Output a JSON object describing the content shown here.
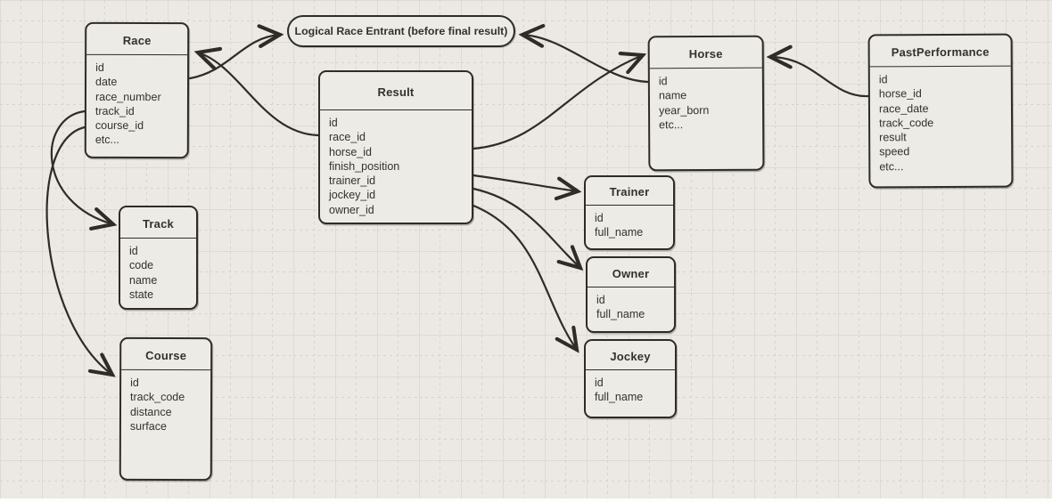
{
  "diagram": {
    "bubble_label": "Logical Race Entrant (before final result)",
    "entities": {
      "race": {
        "title": "Race",
        "fields": [
          "id",
          "date",
          "race_number",
          "track_id",
          "course_id",
          "etc..."
        ]
      },
      "result": {
        "title": "Result",
        "fields": [
          "id",
          "race_id",
          "horse_id",
          "finish_position",
          "trainer_id",
          "jockey_id",
          "owner_id"
        ]
      },
      "horse": {
        "title": "Horse",
        "fields": [
          "id",
          "name",
          "year_born",
          "etc..."
        ]
      },
      "past_performance": {
        "title": "PastPerformance",
        "fields": [
          "id",
          "horse_id",
          "race_date",
          "track_code",
          "result",
          "speed",
          "etc..."
        ]
      },
      "track": {
        "title": "Track",
        "fields": [
          "id",
          "code",
          "name",
          "state"
        ]
      },
      "course": {
        "title": "Course",
        "fields": [
          "id",
          "track_code",
          "distance",
          "surface"
        ]
      },
      "trainer": {
        "title": "Trainer",
        "fields": [
          "id",
          "full_name"
        ]
      },
      "owner": {
        "title": "Owner",
        "fields": [
          "id",
          "full_name"
        ]
      },
      "jockey": {
        "title": "Jockey",
        "fields": [
          "id",
          "full_name"
        ]
      }
    },
    "connections": [
      {
        "from": "Race",
        "to": "Logical Race Entrant (before final result)"
      },
      {
        "from": "Result",
        "to": "Race"
      },
      {
        "from": "Horse",
        "to": "Logical Race Entrant (before final result)"
      },
      {
        "from": "Result",
        "to": "Horse"
      },
      {
        "from": "PastPerformance",
        "to": "Horse"
      },
      {
        "from": "Race",
        "to": "Track"
      },
      {
        "from": "Race",
        "to": "Course"
      },
      {
        "from": "Result",
        "to": "Trainer"
      },
      {
        "from": "Result",
        "to": "Owner"
      },
      {
        "from": "Result",
        "to": "Jockey"
      }
    ],
    "colors": {
      "background": "#ece9e4",
      "stroke": "#2f2c28",
      "box_fill": "#edebe6",
      "grid_solid": "#dedad3",
      "grid_dashed": "#d8d2ca"
    }
  }
}
